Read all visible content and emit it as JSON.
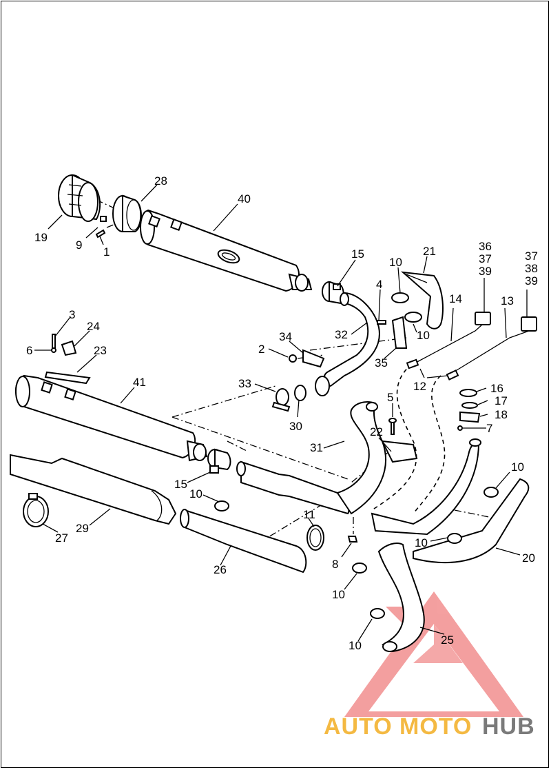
{
  "diagram": {
    "labels": {
      "l19": "19",
      "l28": "28",
      "l9": "9",
      "l1": "1",
      "l40": "40",
      "l15a": "15",
      "l21": "21",
      "l10a": "10",
      "l36": "36",
      "l37a": "37",
      "l39a": "39",
      "l37b": "37",
      "l38": "38",
      "l39b": "39",
      "l4": "4",
      "l14": "14",
      "l13": "13",
      "l32": "32",
      "l10b": "10",
      "l3": "3",
      "l24": "24",
      "l34": "34",
      "l2": "2",
      "l6": "6",
      "l23": "23",
      "l35": "35",
      "l41": "41",
      "l12": "12",
      "l16": "16",
      "l33": "33",
      "l17": "17",
      "l5": "5",
      "l18": "18",
      "l30": "30",
      "l7": "7",
      "l22": "22",
      "l31": "31",
      "l10c": "10",
      "l15b": "15",
      "l10d": "10",
      "l11": "11",
      "l29": "29",
      "l27": "27",
      "l10e": "10",
      "l8": "8",
      "l20": "20",
      "l26": "26",
      "l10f": "10",
      "l10g": "10",
      "l25": "25"
    }
  },
  "watermark": {
    "part1": "AUTO",
    "part2": "MOTO",
    "part3": "HUB",
    "colors": {
      "triangle": "#f08080",
      "orange": "#f4b942",
      "gray": "#7a7a7a"
    }
  }
}
